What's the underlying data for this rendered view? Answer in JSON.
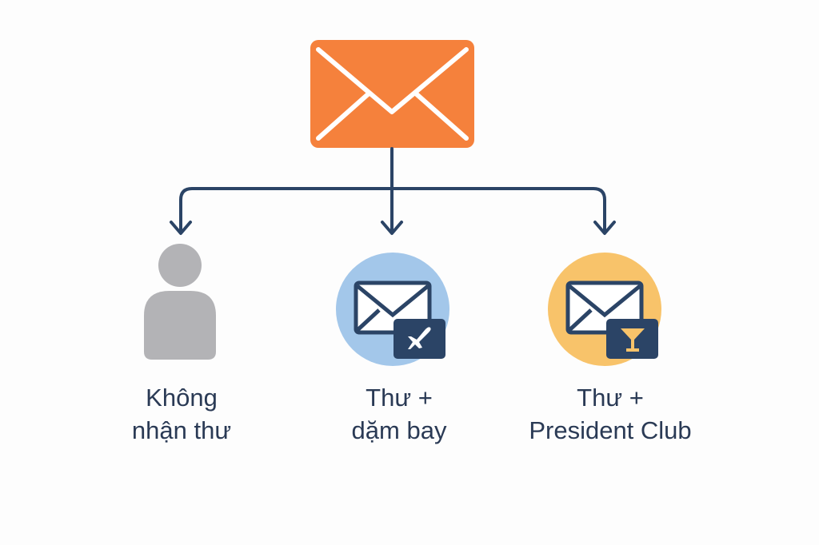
{
  "colors": {
    "orange": "#F5813C",
    "navy": "#2B4466",
    "blue": "#A3C7EA",
    "yellow": "#F8C36A",
    "gray": "#B3B3B6"
  },
  "options": [
    {
      "line1": "Không",
      "line2": "nhận thư",
      "icon": "person-icon"
    },
    {
      "line1": "Thư +",
      "line2": "dặm bay",
      "icon": "envelope-airplane-icon"
    },
    {
      "line1": "Thư +",
      "line2": "President Club",
      "icon": "envelope-cocktail-icon"
    }
  ]
}
